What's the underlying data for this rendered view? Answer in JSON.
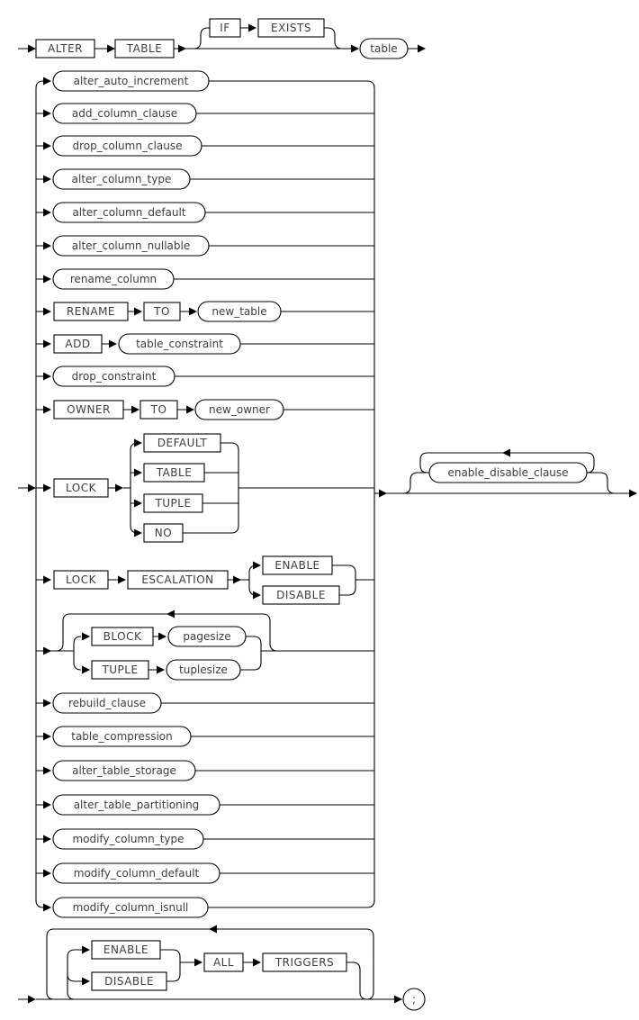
{
  "diagram": {
    "colors": {
      "line": "#000000",
      "text": "#3d3d3d",
      "node_fill": "#ffffff",
      "background": "#ffffff"
    }
  },
  "labels": {
    "alter": "ALTER",
    "table_kw": "TABLE",
    "if_kw": "IF",
    "exists_kw": "EXISTS",
    "table_var": "table",
    "alter_auto_increment": "alter_auto_increment",
    "add_column_clause": "add_column_clause",
    "drop_column_clause": "drop_column_clause",
    "alter_column_type": "alter_column_type",
    "alter_column_default": "alter_column_default",
    "alter_column_nullable": "alter_column_nullable",
    "rename_column": "rename_column",
    "rename_kw": "RENAME",
    "to_kw1": "TO",
    "new_table": "new_table",
    "add_kw": "ADD",
    "table_constraint": "table_constraint",
    "drop_constraint": "drop_constraint",
    "owner_kw": "OWNER",
    "to_kw2": "TO",
    "new_owner": "new_owner",
    "lock_kw1": "LOCK",
    "default_kw": "DEFAULT",
    "table_kw2": "TABLE",
    "tuple_kw1": "TUPLE",
    "no_kw": "NO",
    "lock_kw2": "LOCK",
    "escalation_kw": "ESCALATION",
    "enable_kw1": "ENABLE",
    "disable_kw1": "DISABLE",
    "block_kw": "BLOCK",
    "pagesize": "pagesize",
    "tuple_kw2": "TUPLE",
    "tuplesize": "tuplesize",
    "rebuild_clause": "rebuild_clause",
    "table_compression": "table_compression",
    "alter_table_storage": "alter_table_storage",
    "alter_table_partitioning": "alter_table_partitioning",
    "modify_column_type": "modify_column_type",
    "modify_column_default": "modify_column_default",
    "modify_column_isnull": "modify_column_isnull",
    "enable_disable_clause": "enable_disable_clause",
    "enable_kw2": "ENABLE",
    "disable_kw2": "DISABLE",
    "all_kw": "ALL",
    "triggers_kw": "TRIGGERS",
    "semicolon": ";"
  }
}
